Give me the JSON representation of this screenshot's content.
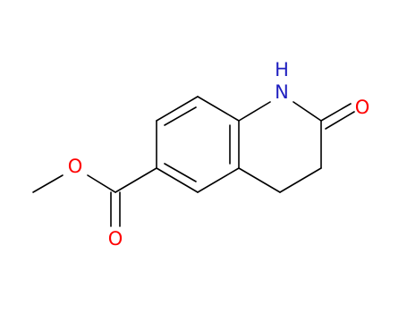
{
  "molecule": {
    "colors": {
      "carbon_bond": "#000000",
      "oxygen": "#ff0000",
      "nitrogen": "#2020c0"
    },
    "atoms": {
      "ring_nh": "H\nN",
      "ketone_o": "O",
      "ester_o_single": "O",
      "ester_o_double": "O"
    },
    "labels": {
      "nh_h": "H",
      "nh_n": "N",
      "ketone_o": "O",
      "ester_o_single": "O",
      "ester_o_double": "O"
    }
  }
}
